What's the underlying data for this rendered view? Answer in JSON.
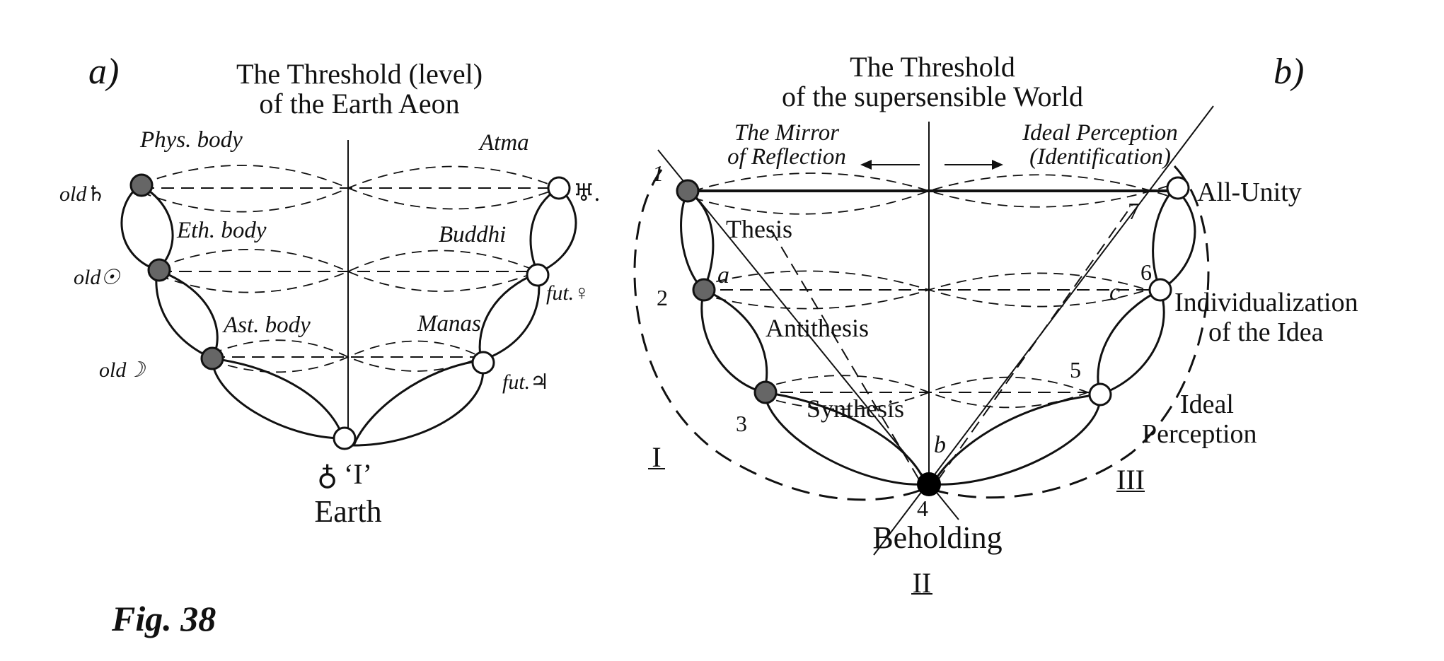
{
  "diagram_a": {
    "letter": "a)",
    "title_line1": "The Threshold (level)",
    "title_line2": "of the Earth Aeon",
    "left_labels": [
      "Phys. body",
      "Eth. body",
      "Ast. body"
    ],
    "right_labels": [
      "Atma",
      "Buddhi",
      "Manas"
    ],
    "left_planets": [
      "old♄",
      "old☉",
      "old☽"
    ],
    "right_planets": [
      "♅.",
      "fut.♀",
      "fut.♃"
    ],
    "bottom_symbol": "♁",
    "bottom_label": "‘I’",
    "bottom_label2": "Earth"
  },
  "diagram_b": {
    "letter": "b)",
    "title_line1": "The Threshold",
    "title_line2": "of the supersensible World",
    "mirror_line1": "The Mirror",
    "mirror_line2": "of Reflection",
    "ideal_line1": "Ideal Perception",
    "ideal_line2": "(Identification)",
    "stage_labels": [
      "Thesis",
      "Antithesis",
      "Synthesis"
    ],
    "right_stage_labels": [
      "All-Unity",
      "Individualization",
      "of the Idea",
      "Ideal",
      "Perception"
    ],
    "numbers": [
      "1",
      "2",
      "3",
      "4",
      "5",
      "6",
      "7"
    ],
    "letters": [
      "a",
      "b",
      "c"
    ],
    "bottom_label": "Beholding",
    "roman": [
      "I",
      "II",
      "III"
    ]
  },
  "caption": "Fig. 38"
}
